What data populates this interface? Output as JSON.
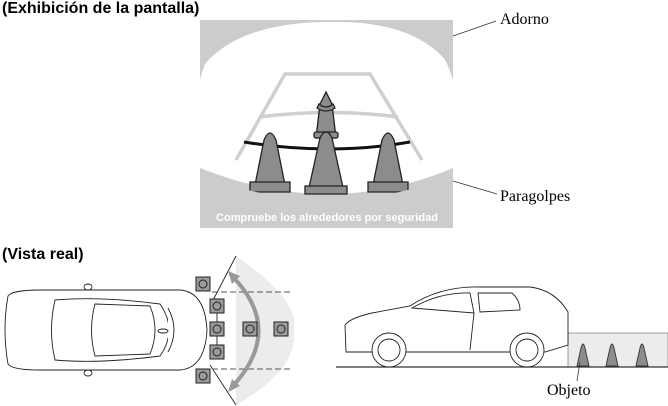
{
  "headings": {
    "display": "(Exhibición de la pantalla)",
    "real_view": "(Vista real)"
  },
  "callouts": {
    "trim": "Adorno",
    "bumper": "Paragolpes",
    "object": "Objeto"
  },
  "screen": {
    "message": "Compruebe los alrededores por seguridad"
  },
  "colors": {
    "trim_gray": "#cccccc",
    "cone_gray": "#8c8c8c",
    "guide_line": "#cfcfcf",
    "distance_line": "#111111",
    "sweep_area": "#ececec"
  }
}
